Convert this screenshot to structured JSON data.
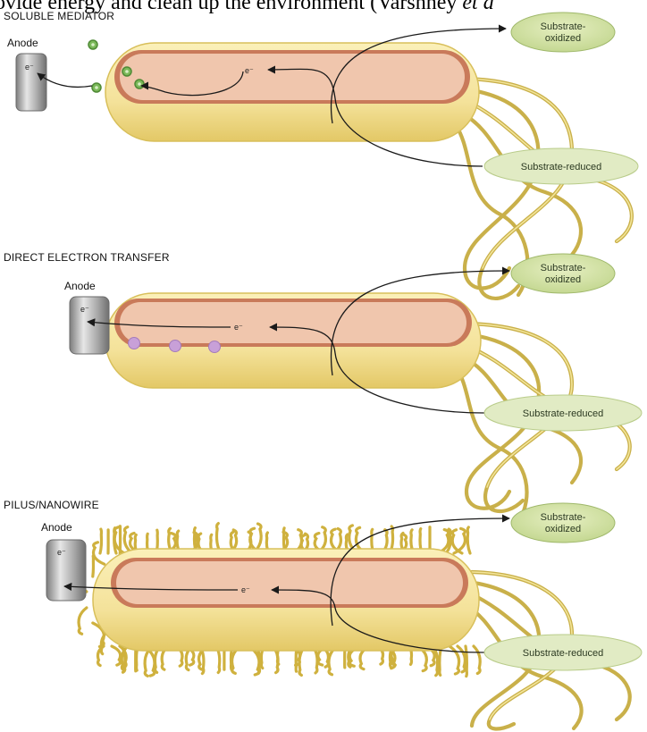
{
  "caption_fragment": {
    "pre": "ovide energy and clean up the environment (Varshney ",
    "italic": "et a"
  },
  "panels": [
    {
      "title": "SOLUBLE MEDIATOR",
      "anode_label": "Anode",
      "anode_electron": "e⁻",
      "cell_electron": "e⁻",
      "substrate_oxidized": [
        "Substrate-",
        "oxidized"
      ],
      "substrate_reduced": "Substrate-reduced"
    },
    {
      "title": "DIRECT ELECTRON TRANSFER",
      "anode_label": "Anode",
      "anode_electron": "e⁻",
      "cell_electron": "e⁻",
      "substrate_oxidized": [
        "Substrate-",
        "oxidized"
      ],
      "substrate_reduced": "Substrate-reduced"
    },
    {
      "title": "PILUS/NANOWIRE",
      "anode_label": "Anode",
      "anode_electron": "e⁻",
      "cell_electron": "e⁻",
      "substrate_oxidized": [
        "Substrate-",
        "oxidized"
      ],
      "substrate_reduced": "Substrate-reduced"
    }
  ],
  "colors": {
    "cytoplasm": "#f0c6ad",
    "inner_membrane": "#c97a5a",
    "outer_envelope": "#f4e29a",
    "envelope_edge": "#d8bf5a",
    "flagella": "#c9b04a",
    "substrate_pill": "#cfe0a0",
    "substrate_pill_pale": "#e1ebc4",
    "mediator": "#7bb95a",
    "cytochrome": "#c8a0d8",
    "anode_metal": "#a9a9a9"
  },
  "icons": [
    "anode-electrode-icon",
    "bacterium-cell-icon",
    "flagellum-icon",
    "mediator-molecule-icon",
    "cytochrome-icon",
    "pilus-nanowire-icon"
  ]
}
